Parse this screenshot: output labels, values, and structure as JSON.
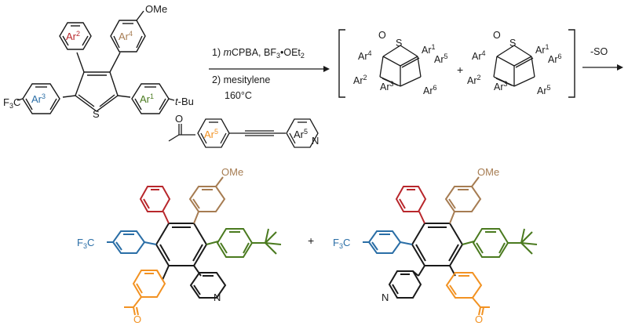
{
  "colors": {
    "black": "#1a1a1a",
    "ar1": "#4a7a1f",
    "ar2": "#b8272c",
    "ar3": "#2a6ea6",
    "ar4": "#a67c52",
    "ar5": "#f29222",
    "ar6": "#1a1a1a"
  },
  "reactant": {
    "ome": "OMe",
    "s": "S",
    "f3c": "F",
    "f3c_sub": "3",
    "f3c_tail": "C",
    "tbu_prefix": "t",
    "tbu_suffix": "-Bu",
    "ar": "Ar",
    "ar1_sup": "1",
    "ar2_sup": "2",
    "ar3_sup": "3",
    "ar4_sup": "4"
  },
  "conditions": {
    "step1_num": "1) ",
    "step1_reagent_italic": "m",
    "step1_reagent": "CPBA, BF",
    "step1_sub": "3",
    "step1_rest": "•OEt",
    "step1_sub2": "2",
    "step2": "2) mesitylene",
    "temperature": "160°C"
  },
  "alkyne": {
    "ar5_left": "Ar",
    "ar5_left_sup": "5",
    "ar5_right": "Ar",
    "ar5_right_sup": "5",
    "n": "N",
    "o": "O"
  },
  "intermediate": {
    "o": "O",
    "s": "S",
    "plus": "+",
    "ar": "Ar",
    "sup1": "1",
    "sup2": "2",
    "sup3": "3",
    "sup4": "4",
    "sup5": "5",
    "sup6": "6"
  },
  "extrusion": "-SO",
  "products": {
    "ome": "OMe",
    "f3c": "F",
    "f3c_sub": "3",
    "f3c_tail": "C",
    "n": "N",
    "o": "O",
    "plus": "+"
  }
}
